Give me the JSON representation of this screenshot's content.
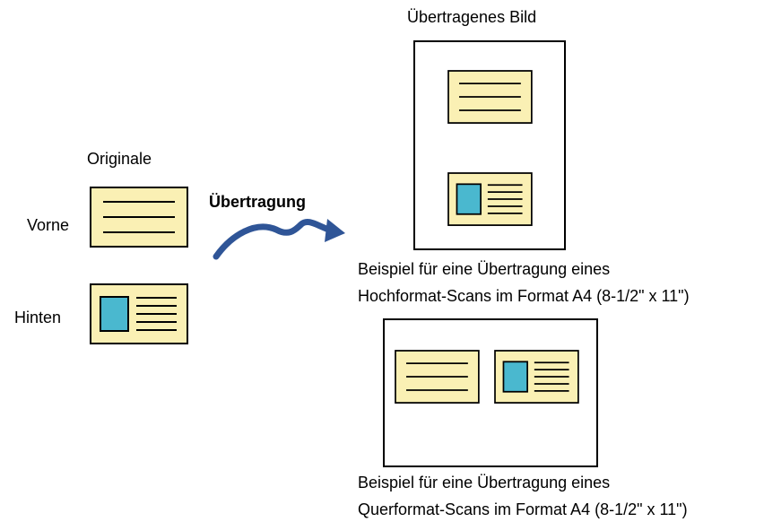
{
  "originals": {
    "heading": "Originale",
    "front_label": "Vorne",
    "back_label": "Hinten"
  },
  "transfer": {
    "label": "Übertragung"
  },
  "result": {
    "heading": "Übertragenes Bild",
    "portrait_caption_line1": "Beispiel für eine Übertragung eines",
    "portrait_caption_line2": "Hochformat-Scans im Format A4 (8-1/2\" x 11\")",
    "landscape_caption_line1": "Beispiel für eine Übertragung eines",
    "landscape_caption_line2": "Querformat-Scans im Format A4 (8-1/2\" x 11\")"
  },
  "colors": {
    "card_fill": "#faf0b4",
    "photo_fill": "#4ab8cf",
    "arrow": "#2f5597"
  }
}
